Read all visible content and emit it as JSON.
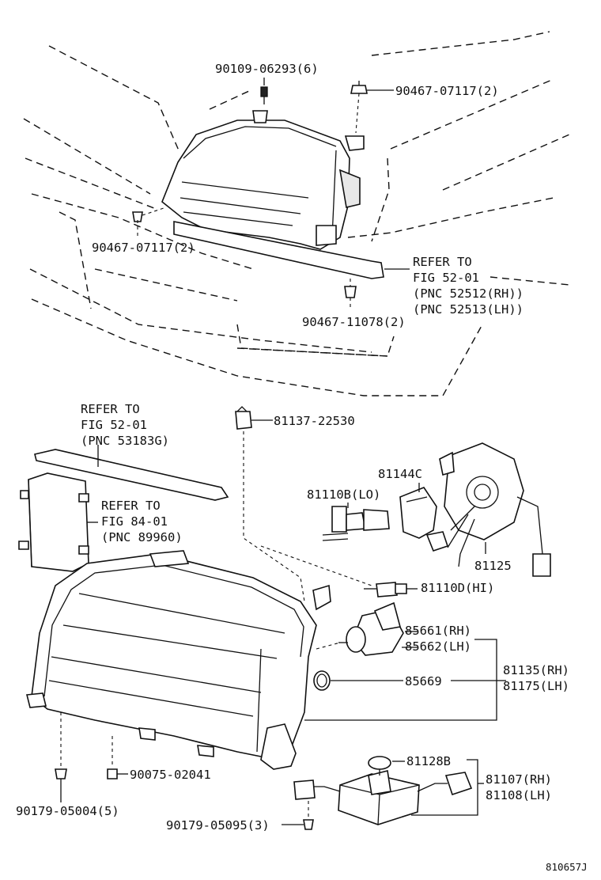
{
  "labels": {
    "l_90109_06293": "90109-06293(6)",
    "l_90467_07117_top": "90467-07117(2)",
    "l_90467_07117_left": "90467-07117(2)",
    "refer1_line1": "REFER TO",
    "refer1_line2": "FIG 52-01",
    "refer1_line3": "(PNC 52512(RH))",
    "refer1_line4": "(PNC 52513(LH))",
    "l_90467_11078": "90467-11078(2)",
    "refer2_line1": "REFER TO",
    "refer2_line2": "FIG 52-01",
    "refer2_line3": "(PNC 53183G)",
    "l_81137_22530": "81137-22530",
    "l_81144C": "81144C",
    "l_81110B": "81110B(LO)",
    "refer3_line1": "REFER TO",
    "refer3_line2": "FIG 84-01",
    "refer3_line3": "(PNC 89960)",
    "l_81125": "81125",
    "l_81110D": "81110D(HI)",
    "l_85661": "85661(RH)",
    "l_85662": "85662(LH)",
    "l_81135": "81135(RH)",
    "l_81175": "81175(LH)",
    "l_85669": "85669",
    "l_81128B": "81128B",
    "l_81107": "81107(RH)",
    "l_81108": "81108(LH)",
    "l_90075_02041": "90075-02041",
    "l_90179_05004": "90179-05004(5)",
    "l_90179_05095": "90179-05095(3)",
    "diagram_id": "810657J"
  }
}
